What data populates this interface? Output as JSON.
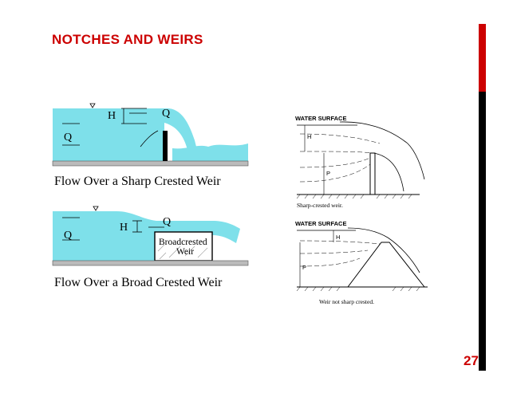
{
  "slide": {
    "title": "NOTCHES AND WEIRS",
    "page_number": "27",
    "accent_color": "#cc0000",
    "water_color": "#7ee0ea"
  },
  "sharp_weir": {
    "caption": "Flow Over a Sharp Crested Weir",
    "label_h": "H",
    "label_q_top": "Q",
    "label_q_left": "Q"
  },
  "broad_weir": {
    "caption": "Flow Over a Broad Crested Weir",
    "label_h": "H",
    "label_q_top": "Q",
    "label_q_left": "Q",
    "block_label_1": "Broadcrested",
    "block_label_2": "Weir"
  },
  "sketch_sharp": {
    "water_surface": "WATER SURFACE",
    "label_h": "H",
    "label_p": "P",
    "caption": "Sharp-crested weir."
  },
  "sketch_broad": {
    "water_surface": "WATER SURFACE",
    "label_h": "H",
    "label_p": "P",
    "caption": "Weir not sharp crested."
  }
}
